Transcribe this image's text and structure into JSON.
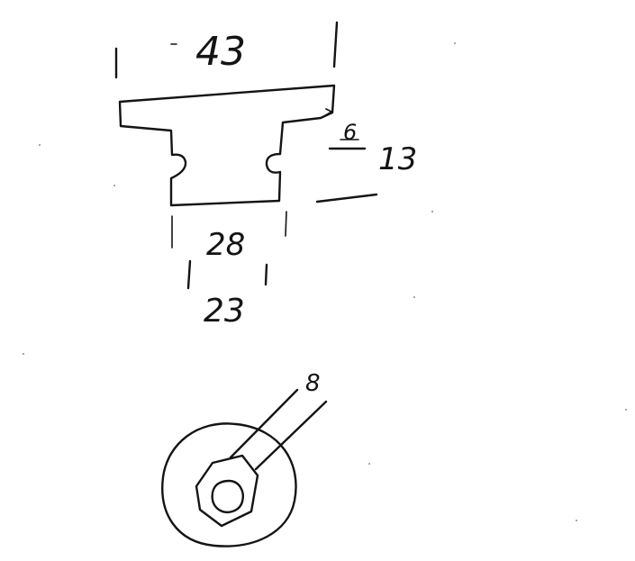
{
  "dimensions": {
    "overall_width": "43",
    "inner_width": "28",
    "neck_width": "23",
    "height": "13",
    "flange": "6",
    "hex_size": "8"
  },
  "colors": {
    "ink": "#141414",
    "paper": "#ffffff"
  }
}
